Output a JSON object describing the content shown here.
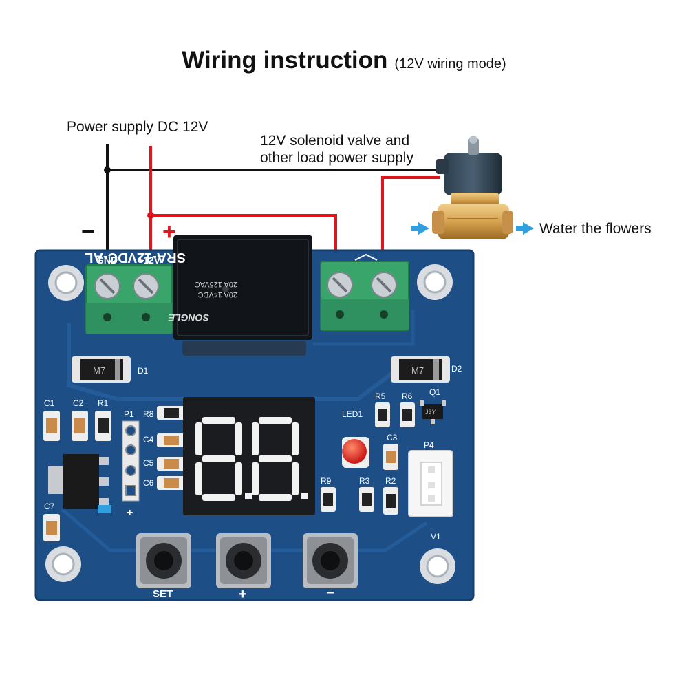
{
  "header": {
    "title": "Wiring instruction",
    "subtitle": "(12V wiring mode)"
  },
  "labels": {
    "power_supply": "Power supply DC 12V",
    "load_supply_line1": "12V solenoid valve and",
    "load_supply_line2": "other load power supply",
    "water_flowers": "Water the flowers",
    "minus": "−",
    "plus": "+"
  },
  "board": {
    "terminal_left": [
      "GND",
      "+12V"
    ],
    "relay_model": "SRA-12VDC-AL",
    "relay_rating_1": "20A 125VAC",
    "relay_rating_2": "20A 14VDC",
    "relay_brand": "SONGLE",
    "diode_marking": "M7",
    "diode_left": "D1",
    "diode_right": "D2",
    "cap_labels": [
      "C1",
      "C2",
      "C4",
      "C5",
      "C6",
      "C3",
      "C7"
    ],
    "resistor_labels": [
      "R1",
      "R8",
      "R5",
      "R6",
      "R9",
      "R3",
      "R2"
    ],
    "transistor": "Q1",
    "transistor_marking": "J3Y",
    "header_p1": "P1",
    "header_p4": "P4",
    "led": "LED1",
    "v1": "V1",
    "display_digits": "88",
    "buttons": [
      "SET",
      "+",
      "−"
    ]
  },
  "colors": {
    "board_blue": "#1d4f86",
    "wire_red": "#e3131b",
    "wire_black": "#111111",
    "terminal_green": "#3aa56b",
    "arrow_blue": "#2f9fe0",
    "brass": "#d6a350"
  }
}
